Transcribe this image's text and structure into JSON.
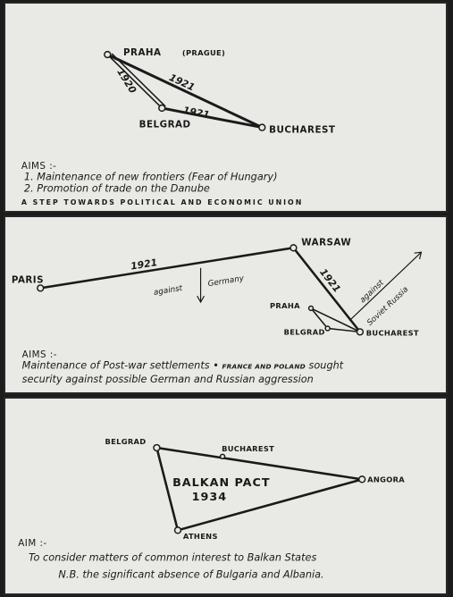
{
  "panel1": {
    "cities": {
      "praha": "PRAHA",
      "prague": "(PRAGUE)",
      "belgrad": "BELGRAD",
      "bucharest": "BUCHAREST"
    },
    "years": {
      "praha_bucharest": "1921",
      "belgrad_bucharest": "1921",
      "praha_belgrad": "1920"
    },
    "aims_heading": "AIMS :-",
    "aims": [
      "1. Maintenance of new frontiers (Fear of Hungary)",
      "2. Promotion of trade on the Danube"
    ],
    "footer": "A STEP TOWARDS POLITICAL AND ECONOMIC UNION"
  },
  "panel2": {
    "cities": {
      "paris": "PARIS",
      "warsaw": "WARSAW",
      "praha": "PRAHA",
      "belgrad": "BELGRAD",
      "bucharest": "BUCHAREST"
    },
    "years": {
      "paris_warsaw": "1921",
      "warsaw_bucharest": "1921"
    },
    "notes": {
      "against": "against",
      "germany": "Germany",
      "against_soviet": "against",
      "soviet_russia": "Soviet Russia"
    },
    "aims_heading": "AIMS :-",
    "aims_line1_a": "Maintenance of Post-war settlements •",
    "aims_line1_b": "FRANCE AND POLAND",
    "aims_line1_c": "sought",
    "aims_line2": "security against possible German and Russian aggression"
  },
  "panel3": {
    "cities": {
      "belgrad": "BELGRAD",
      "bucharest": "BUCHAREST",
      "angora": "ANGORA",
      "athens": "ATHENS"
    },
    "pact_title": "BALKAN PACT",
    "pact_year": "1934",
    "aim_heading": "AIM :-",
    "aim_line1": "To consider matters of common interest to Balkan States",
    "aim_line2": "N.B. the significant absence of Bulgaria and Albania."
  }
}
